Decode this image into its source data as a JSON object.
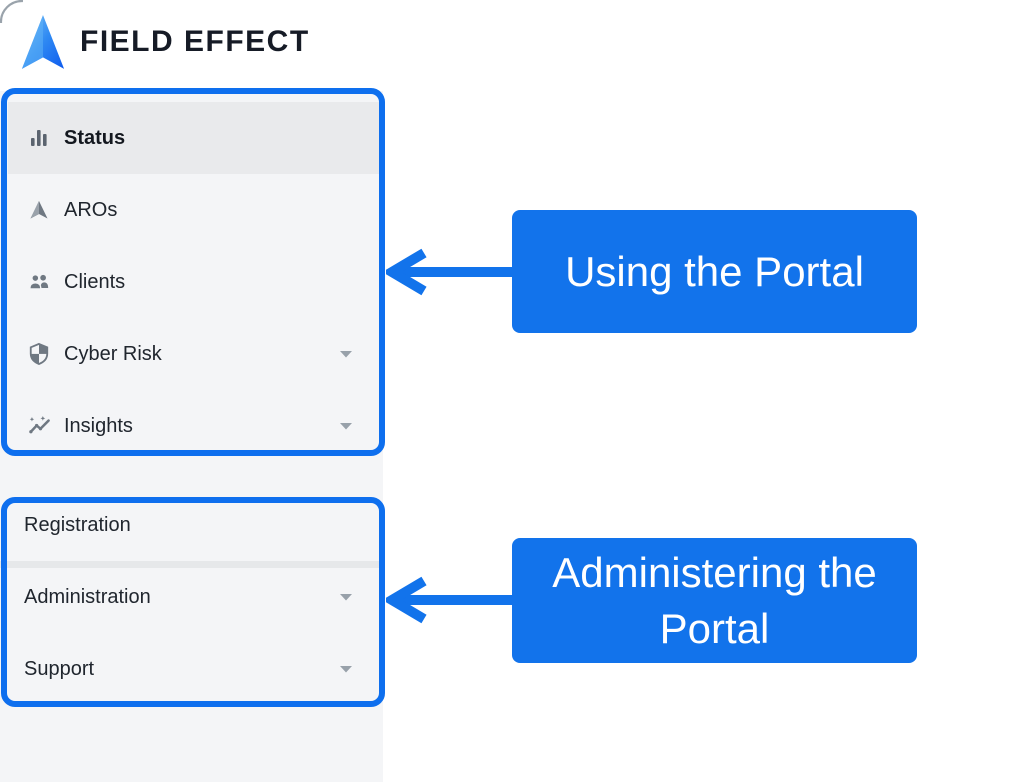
{
  "brand": {
    "name": "FIELD EFFECT",
    "logo_icon": "field-effect-arrow-logo"
  },
  "sidebar": {
    "primary": {
      "items": [
        {
          "label": "Status",
          "icon": "bar-chart-icon",
          "active": true,
          "expandable": false
        },
        {
          "label": "AROs",
          "icon": "aro-arrow-icon",
          "active": false,
          "expandable": false
        },
        {
          "label": "Clients",
          "icon": "people-icon",
          "active": false,
          "expandable": false
        },
        {
          "label": "Cyber Risk",
          "icon": "shield-icon",
          "active": false,
          "expandable": true
        },
        {
          "label": "Insights",
          "icon": "trend-sparkline-icon",
          "active": false,
          "expandable": true
        }
      ]
    },
    "secondary": {
      "items": [
        {
          "label": "Registration",
          "expandable": false
        },
        {
          "label": "Administration",
          "expandable": true
        },
        {
          "label": "Support",
          "expandable": true
        }
      ]
    }
  },
  "annotations": {
    "using_callout": {
      "label": "Using the Portal"
    },
    "administering_callout": {
      "label": "Administering the Portal"
    },
    "colors": {
      "callout_fill": "#1273eb",
      "highlight_border": "#0e6fee",
      "callout_text": "#ffffff",
      "active_row_bg": "#e9eaec",
      "sidebar_bg": "#f4f5f7"
    }
  }
}
